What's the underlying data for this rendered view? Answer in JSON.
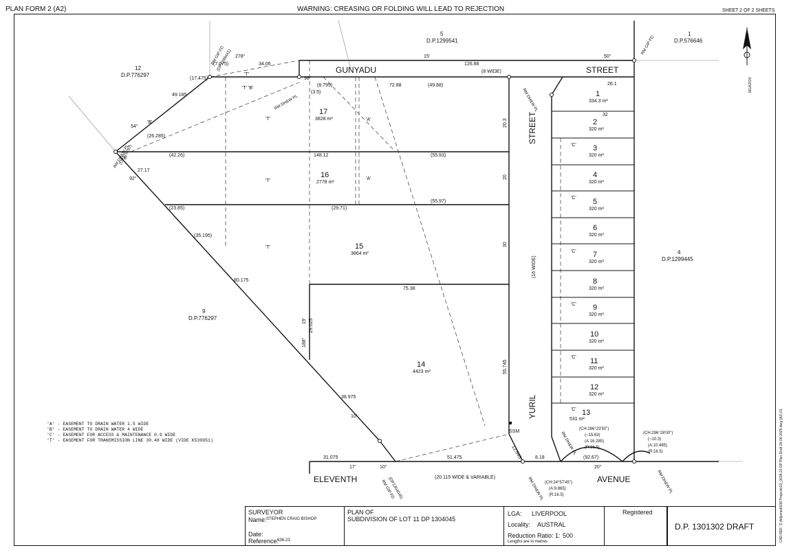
{
  "header": {
    "form": "PLAN FORM 2 (A2)",
    "warning": "WARNING: CREASING OR FOLDING WILL LEAD TO REJECTION",
    "sheet": "SHEET 2 OF 2 SHEETS"
  },
  "streets": {
    "gunyadu": "GUNYADU",
    "street1": "STREET",
    "street_width": "(8 WIDE)",
    "street2": "STREET",
    "yuril": "YURIL",
    "yuril_width": "(16 WIDE)",
    "eleventh": "ELEVENTH",
    "avenue": "AVENUE",
    "avenue_width": "(20.115 WIDE & VARIABLE)"
  },
  "adjoining": [
    {
      "lot": "5",
      "dp": "D.P.1299541"
    },
    {
      "lot": "1",
      "dp": "D.P.576646"
    },
    {
      "lot": "12",
      "dp": "D.P.776297"
    },
    {
      "lot": "9",
      "dp": "D.P.776297"
    },
    {
      "lot": "4",
      "dp": "D.P.1299445"
    }
  ],
  "big_lots": [
    {
      "num": "17",
      "area": "3828 m²"
    },
    {
      "num": "16",
      "area": "2778 m²"
    },
    {
      "num": "15",
      "area": "3864 m²"
    },
    {
      "num": "14",
      "area": "4423 m²"
    }
  ],
  "small_lots": [
    {
      "num": "1",
      "area": "334.3 m²"
    },
    {
      "num": "2",
      "area": "320 m²"
    },
    {
      "num": "3",
      "area": "320 m²"
    },
    {
      "num": "4",
      "area": "320 m²"
    },
    {
      "num": "5",
      "area": "320 m²"
    },
    {
      "num": "6",
      "area": "320 m²"
    },
    {
      "num": "7",
      "area": "320 m²"
    },
    {
      "num": "8",
      "area": "320 m²"
    },
    {
      "num": "9",
      "area": "320 m²"
    },
    {
      "num": "10",
      "area": "320 m²"
    },
    {
      "num": "11",
      "area": "320 m²"
    },
    {
      "num": "12",
      "area": "320 m²"
    },
    {
      "num": "13",
      "area": "531 m²"
    }
  ],
  "dims": {
    "d1": "278°",
    "d2": "34.06",
    "d3": "(7.075)",
    "d4": "15'",
    "d5": "126.88",
    "d6": "50°",
    "d7": "98°",
    "d8": "(8.795)",
    "d9": "72.88",
    "d10": "(49.88)",
    "d11": "(3.5)",
    "d12": "(42.26)",
    "d13": "148.12",
    "d14": "(55.93)",
    "d15": "(23.85)",
    "d16": "(29.71)",
    "d17": "(55.97)",
    "d18": "75.38",
    "d19": "31.075",
    "d20": "51.475",
    "d21": "8.18",
    "d22": "(92.67)",
    "d23": "20°",
    "d24": "(26.285)",
    "d25": "27.17",
    "d26": "(35.195)",
    "d27": "80.175",
    "d28": "38.975",
    "d29": "29.025",
    "d30": "55.745",
    "d31": "26.1",
    "d32": "32",
    "d33": "20.3",
    "d34": "20",
    "d35": "30",
    "d36": "10'",
    "d37": "10°",
    "d38": "17'",
    "d39": "12.945",
    "d40": "34.06",
    "d41": "49.185",
    "d42": "(17.475)",
    "d43": "54°",
    "d44": "92°",
    "d45": "19'",
    "d46": "188°"
  },
  "marks": {
    "T": "'T'",
    "TB": "'T' 'B'",
    "A": "'A'",
    "B": "'B'",
    "C": "'C'",
    "ssm": "SSM"
  },
  "pegs": {
    "p1": "RM GIP FD",
    "p2": "RM DH&W PL",
    "p3": "RM GIP FD",
    "p4": "RM DH&W PL",
    "p5": "RM DH&W PL",
    "p6": "RM GIP FD",
    "p7": "RM DH&W PL",
    "p8": "RM DH&W PL",
    "p9": "RM DH&W PL",
    "dp1": "(DP1299441)",
    "dp2": "(DP1304045)",
    "dp3": "(DP776297)"
  },
  "curves": {
    "c1": "(CH:286°23'50\")",
    "c2": "(~15.63)",
    "c3": "(A:16.285)",
    "c4": "(R:16.5)",
    "c5": "(CH:296°28'00\")",
    "c6": "(~10.3)",
    "c7": "(A:10.485)",
    "c8": "(R:16.5)",
    "c9": "(CH:24°57'45\")",
    "c10": "(A:9.865)",
    "c11": "(R:16.5)"
  },
  "legend": [
    "'A'   - EASEMENT TO DRAIN WATER 1.5 WIDE",
    "'B'   - EASEMENT TO DRAIN WATER 4 WIDE",
    "'C'   - EASEMENT FOR ACCESS & MAINTENANCE 0.9 WIDE",
    "'T'   - EASEMENT FOR TRANSMISSION LINE 30.48 WIDE (VIDE K539951)"
  ],
  "north": {
    "label": "MGA2020"
  },
  "titleblock": {
    "surveyor_h": "SURVEYOR",
    "name_label": "Name:",
    "name": "STEPHEN CRAIG BISHOP",
    "date_label": "Date:",
    "ref_label": "Reference:",
    "ref": "638-23",
    "plan_h": "PLAN OF",
    "plan": "SUBDIVISION OF LOT 11 DP 1304045",
    "lga_label": "LGA:",
    "lga": "LIVERPOOL",
    "loc_label": "Locality:",
    "loc": "AUSTRAL",
    "ratio_label": "Reduction Ratio: 1:",
    "ratio": "500",
    "lengths": "Lengths are in metres",
    "registered": "Registered",
    "dp": "D.P. 1301302 DRAFT"
  },
  "sidebar": "CAD REF: S:\\Adjoined\\638 Projects\\23_0638-23 DP Plan Draft 26-06-2025.dwg (A2) 01"
}
